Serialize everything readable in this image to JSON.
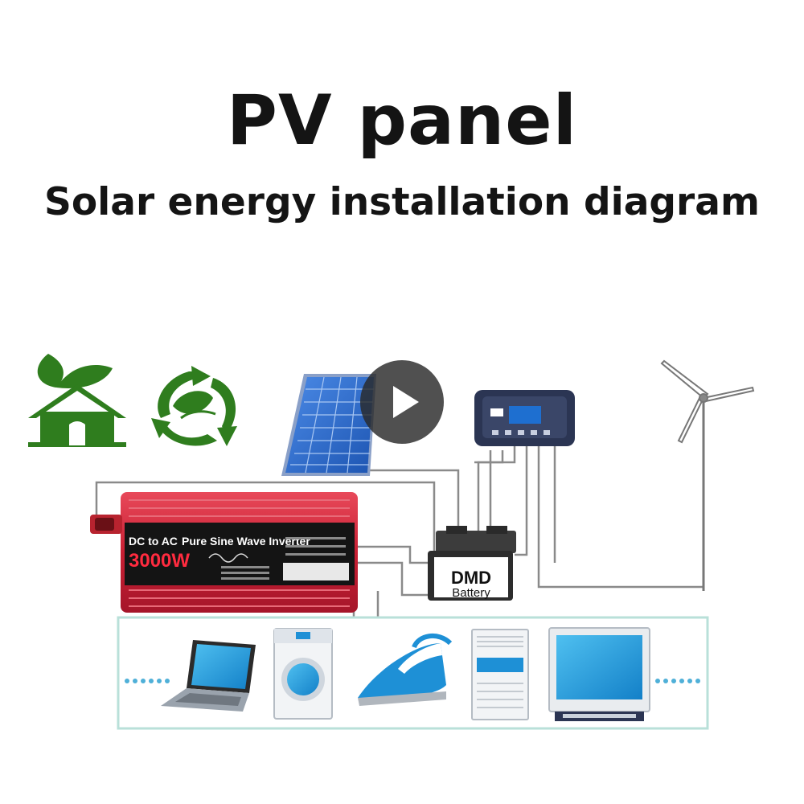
{
  "header": {
    "title": "PV panel",
    "subtitle": "Solar energy installation diagram"
  },
  "inverter": {
    "line1_a": "DC to AC",
    "line1_b": "Pure Sine Wave Inverter",
    "power": "3000W"
  },
  "battery": {
    "brand": "DMD",
    "label": "Battery"
  },
  "colors": {
    "eco_green": "#2f7d1e",
    "inverter_red": "#d6283a",
    "panel_blue": "#2f6fd0",
    "controller_navy": "#2b3553",
    "appliance_blue": "#1e90d6",
    "wire": "#8a8a8a",
    "frame": "#b9e0d9"
  },
  "icons": [
    "eco-house-icon",
    "recycle-leaf-icon",
    "play-icon",
    "wind-turbine-icon",
    "laptop-icon",
    "washing-machine-icon",
    "iron-icon",
    "air-conditioner-icon",
    "monitor-icon"
  ]
}
